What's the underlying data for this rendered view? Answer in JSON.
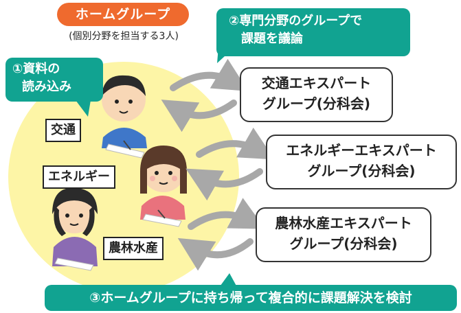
{
  "home_group": {
    "title": "ホームグループ",
    "subtitle": "(個別分野を担当する3人)"
  },
  "steps": {
    "step1_line1": "①資料の",
    "step1_line2": "読み込み",
    "step2_line1": "②専門分野のグループで",
    "step2_line2": "課題を議論",
    "step3": "③ホームグループに持ち帰って複合的に課題解決を検討"
  },
  "members": [
    {
      "label": "交通"
    },
    {
      "label": "エネルギー"
    },
    {
      "label": "農林水産"
    }
  ],
  "expert_groups": [
    {
      "title": "交通エキスパート",
      "subtitle": "グループ(分科会)"
    },
    {
      "title": "エネルギーエキスパート",
      "subtitle": "グループ(分科会)"
    },
    {
      "title": "農林水産エキスパート",
      "subtitle": "グループ(分科会)"
    }
  ],
  "colors": {
    "accent_orange": "#ef6a2e",
    "accent_teal": "#11a391",
    "home_circle": "#fdf5a6",
    "arrow_gray": "#a8a8a8"
  }
}
